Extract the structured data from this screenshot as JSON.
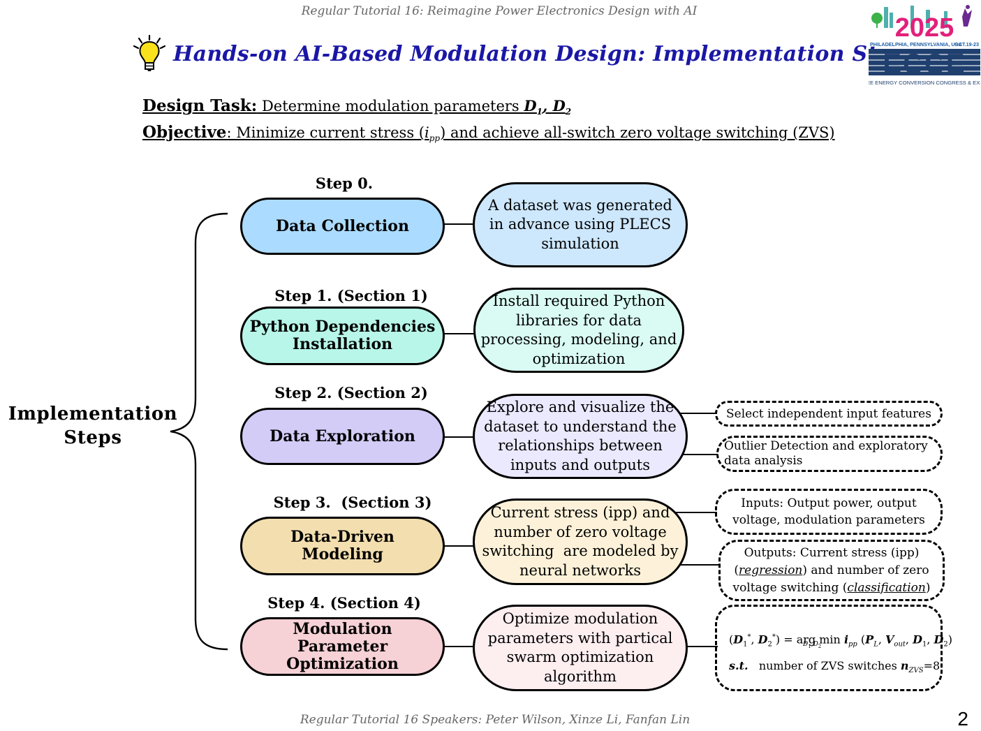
{
  "header": {
    "text": "Regular Tutorial 16: Reimagine Power Electronics Design with AI"
  },
  "title": "Hands-on AI-Based Modulation Design: Implementation Steps",
  "logo": {
    "year": "2025",
    "location": "PHILADELPHIA, PENNSYLVANIA, USA",
    "dates": "OCT.19-23",
    "name": "ECCE",
    "subtitle": "IEEE ENERGY CONVERSION CONGRESS & EXPO"
  },
  "task": {
    "design_label": "Design Task:",
    "design_text": " Determine modulation parameters ",
    "objective_label": "Objective",
    "objective_text_1": ": Minimize current stress (",
    "objective_text_2": ") and achieve all-switch zero voltage switching (ZVS)"
  },
  "implementation_label_line1": "Implementation",
  "implementation_label_line2": "Steps",
  "steps": [
    {
      "label": "Step 0.",
      "name": "Data Collection",
      "description": "A dataset was generated in advance using PLECS simulation",
      "color": "#abdbfe",
      "desc_color": "#cde7fd"
    },
    {
      "label": "Step 1. (Section 1)",
      "name_line1": "Python Dependencies",
      "name_line2": "Installation",
      "description": "Install required Python libraries for data processing, modeling, and optimization",
      "color": "#b7f6e8",
      "desc_color": "#d9fbf3"
    },
    {
      "label": "Step 2. (Section 2)",
      "name": "Data Exploration",
      "description": "Explore and visualize the dataset to understand the relationships between inputs and outputs",
      "color": "#d3ccf7",
      "desc_color": "#ebe9fe"
    },
    {
      "label": "Step 3.  (Section 3)",
      "name_line1": "Data-Driven",
      "name_line2": "Modeling",
      "description": "Current stress (ipp) and number of zero voltage switching  are modeled by neural networks",
      "color": "#f3deaf",
      "desc_color": "#fdf2d9"
    },
    {
      "label": "Step 4. (Section 4)",
      "name_line1": "Modulation",
      "name_line2": "Parameter",
      "name_line3": "Optimization",
      "description": "Optimize modulation parameters with partical swarm optimization algorithm",
      "color": "#f6d1d6",
      "desc_color": "#fdeef0"
    }
  ],
  "details": {
    "select_features": "Select independent input features",
    "outlier_line1": "Outlier Detection and exploratory",
    "outlier_line2": "data analysis",
    "inputs": "Inputs: Output power, output voltage, modulation parameters",
    "outputs_1": "Outputs: Current stress (ipp) (",
    "outputs_regression": "regression",
    "outputs_2": ") and number of zero voltage switching (",
    "outputs_classification": "classification",
    "outputs_3": ")",
    "formula_st": "s.t.",
    "formula_zvs_text": "number of ZVS switches",
    "formula_zvs_value": "=8"
  },
  "footer": {
    "text": "Regular Tutorial 16 Speakers: Peter Wilson, Xinze Li, Fanfan Lin"
  },
  "page_number": "2"
}
